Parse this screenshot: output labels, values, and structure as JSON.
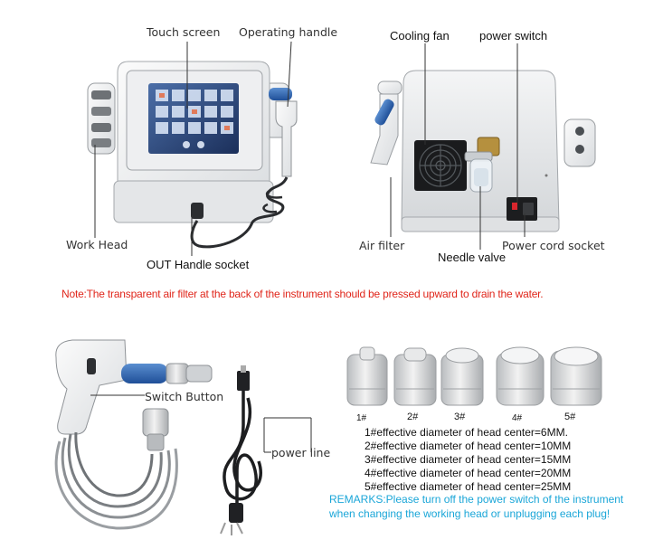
{
  "labels": {
    "touch_screen": "Touch screen",
    "operating_handle": "Operating handle",
    "work_head": "Work Head",
    "out_handle_socket": "OUT  Handle socket",
    "cooling_fan": "Cooling   fan",
    "power_switch": "power  switch",
    "air_filter": "Air filter",
    "needle_valve": "Needle  valve",
    "power_cord_socket": "Power cord socket",
    "switch_button": "Switch Button",
    "power_line": "power line"
  },
  "note": "Note:The transparent air filter at the back of the instrument should be pressed upward to drain the water.",
  "heads": {
    "numbers": [
      "1#",
      "2#",
      "3#",
      "4#",
      "5#"
    ],
    "specs": [
      "1#effective diameter of head center=6MM.",
      "2#effective diameter of head center=10MM",
      "3#effective diameter of head center=15MM",
      "4#effective diameter of head center=20MM",
      "5#effective diameter of head center=25MM"
    ]
  },
  "remarks": [
    "REMARKS:Please turn off the power switch of the instrument",
    "when changing the working head or unplugging each plug!"
  ]
}
